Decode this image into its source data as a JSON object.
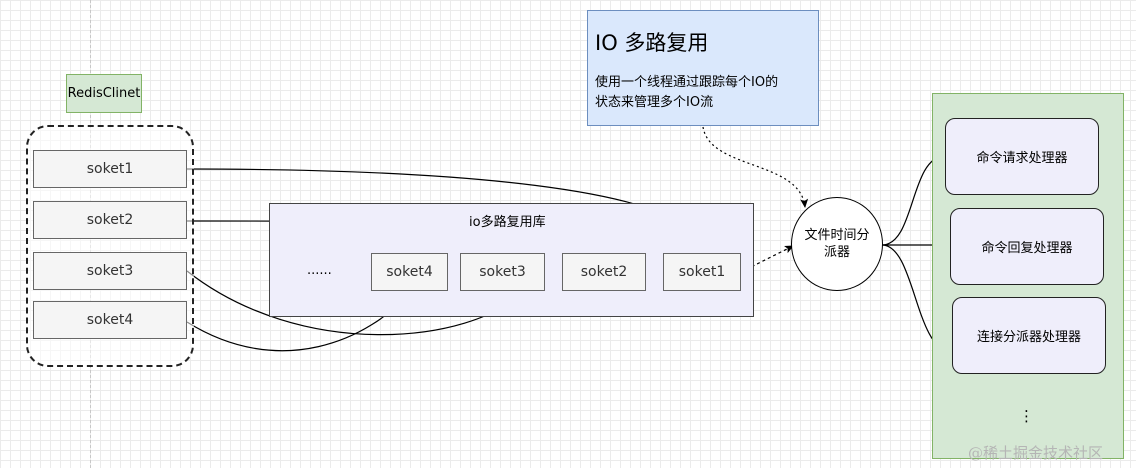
{
  "client": {
    "label": "RedisClinet"
  },
  "client_sockets": [
    "soket1",
    "soket2",
    "soket3",
    "soket4"
  ],
  "library": {
    "title": "io多路复用库",
    "ellipsis": "......",
    "queue": [
      "soket4",
      "soket3",
      "soket2",
      "soket1"
    ]
  },
  "note": {
    "title": "IO 多路复用",
    "desc_line1": "使用一个线程通过跟踪每个IO的",
    "desc_line2": "状态来管理多个IO流"
  },
  "dispatcher": {
    "line1": "文件时间分",
    "line2": "派器"
  },
  "handlers": [
    "命令请求处理器",
    "命令回复处理器",
    "连接分派器处理器"
  ],
  "handler_more": "⋮",
  "watermark": "@稀土掘金技术社区",
  "colors": {
    "green_fill": "#d5e8d4",
    "green_stroke": "#82b366",
    "blue_fill": "#dae8fc",
    "blue_stroke": "#6c8ebf",
    "lavender_fill": "#efeefb",
    "socket_fill": "#f5f5f5"
  }
}
